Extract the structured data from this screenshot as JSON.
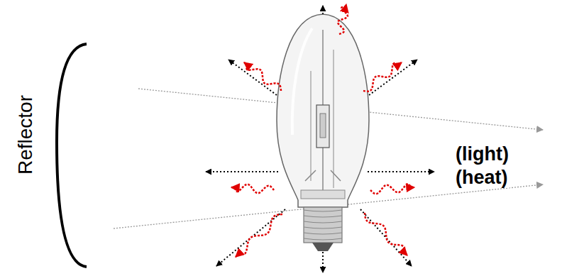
{
  "diagram": {
    "labels": [
      "Reflector",
      "(light)",
      "(heat)"
    ]
  }
}
